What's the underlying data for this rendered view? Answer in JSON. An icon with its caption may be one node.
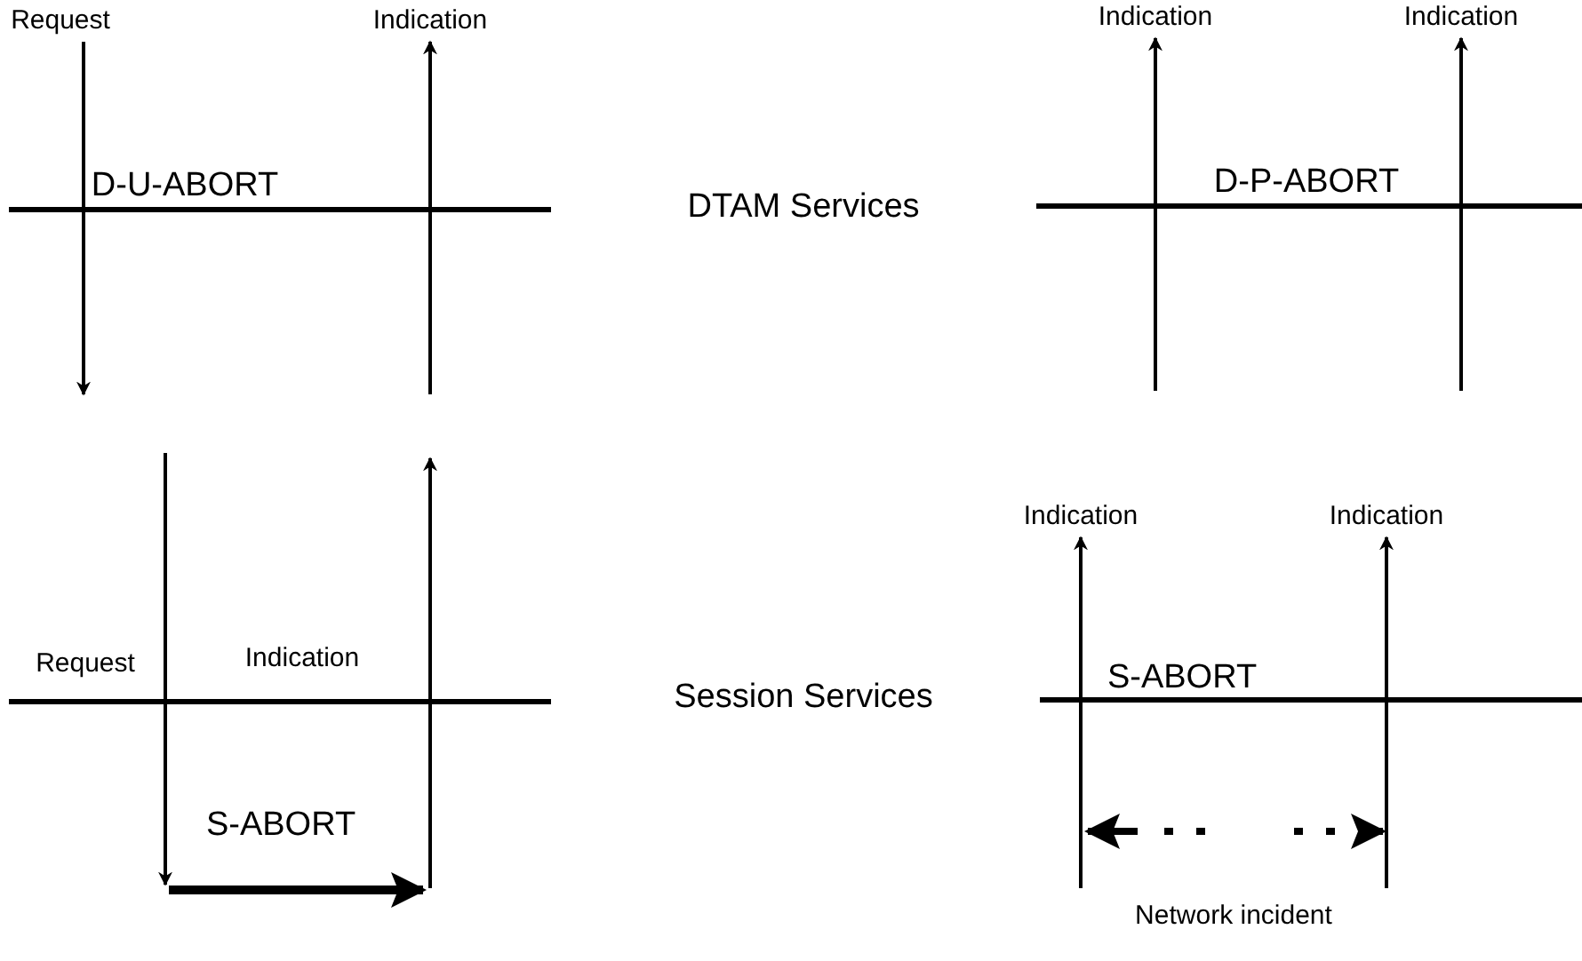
{
  "diagram": {
    "nodes": [
      {
        "text": [
          "Request"
        ]
      },
      {
        "text": [
          "Indication"
        ]
      },
      {
        "text": [
          "Indication"
        ]
      },
      {
        "text": [
          "Indication"
        ]
      },
      {
        "text": [
          "Indication"
        ]
      },
      {
        "text": [
          "Indication"
        ]
      }
    ],
    "edges": [
      {
        "from": 0,
        "to": null,
        "arrow": "to"
      },
      {
        "from": null,
        "to": 1,
        "arrow": "to"
      },
      {
        "from": null,
        "to": 2,
        "arrow": "to"
      },
      {
        "from": null,
        "to": 3,
        "arrow": "to"
      },
      {
        "from": null,
        "to": 4,
        "arrow": "to"
      },
      {
        "from": null,
        "to": 5,
        "arrow": "to"
      }
    ],
    "labels": [
      "D-U-ABORT",
      "DTAM Services",
      "D-P-ABORT",
      "S-ABORT",
      "Request",
      "Indication",
      "Session Services",
      "S-ABORT",
      "Network incident"
    ]
  }
}
